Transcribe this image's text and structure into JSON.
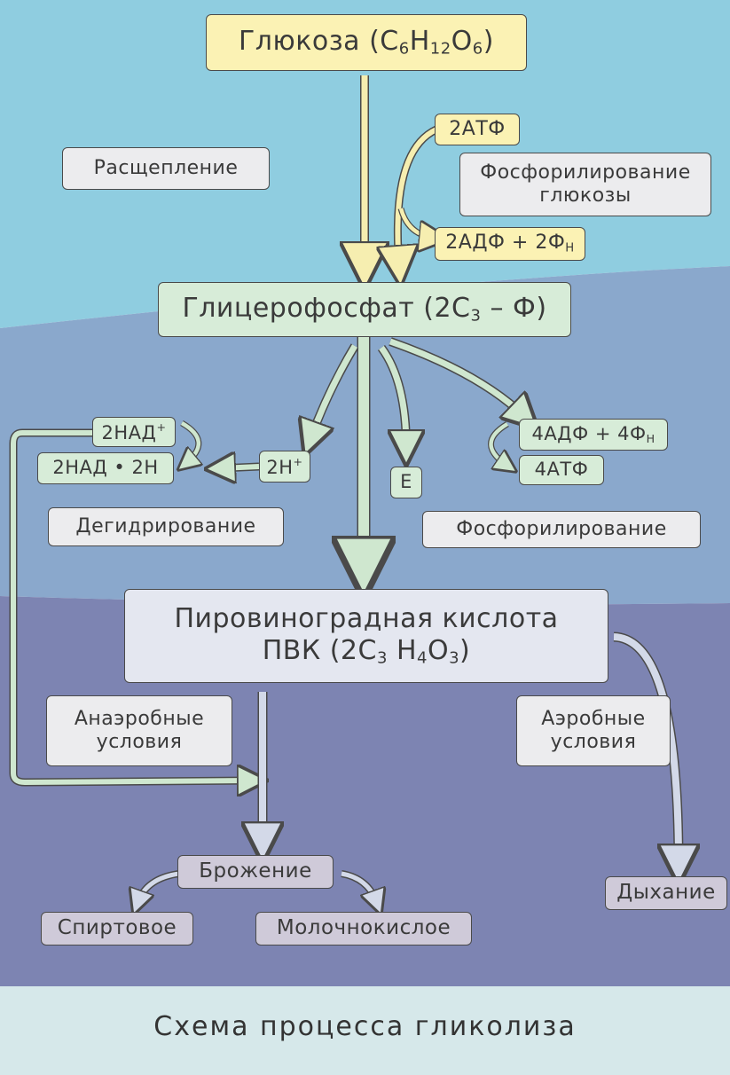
{
  "glucose": {
    "label": "Глюкоза (",
    "c": "C",
    "c_n": "6",
    "h": "H",
    "h_n": "12",
    "o": "O",
    "o_n": "6",
    "close": ")"
  },
  "atp_in": "2АТФ",
  "phosphorylation_glucose": {
    "line1": "Фосфорилирование",
    "line2": "глюкозы"
  },
  "adp_out": {
    "text": "2АДФ + 2Ф",
    "sub": "Н"
  },
  "splitting": "Расщепление",
  "glycerophosphate": {
    "label": "Глицерофосфат (2C",
    "sub": "3",
    "tail": " – Ф)"
  },
  "nad": {
    "text": "2НАД",
    "sup": "+"
  },
  "nad_h": "2НАД • 2Н",
  "h_plus": {
    "text": "2Н",
    "sup": "+"
  },
  "energy": "Е",
  "adp4": {
    "text": "4АДФ + 4Ф",
    "sub": "Н"
  },
  "atp4": "4АТФ",
  "dehydrogenation": "Дегидрирование",
  "phosphorylation": "Фосфорилирование",
  "pvk": {
    "line1": "Пировиноградная кислота",
    "line2_a": "ПВК (2C",
    "line2_a_sub": "3",
    "line2_b": " H",
    "line2_b_sub": "4",
    "line2_c": "O",
    "line2_c_sub": "3",
    "line2_d": ")"
  },
  "anaerobic": {
    "line1": "Анаэробные",
    "line2": "условия"
  },
  "aerobic": {
    "line1": "Аэробные",
    "line2": "условия"
  },
  "fermentation": "Брожение",
  "alcoholic": "Спиртовое",
  "lactic": "Молочнокислое",
  "respiration": "Дыхание",
  "caption": "Схема процесса гликолиза",
  "colors": {
    "band1": "#8fcde0",
    "band2": "#8aa8cc",
    "band3": "#7d84b2",
    "footer": "#d6e8ea",
    "arrow_yellow": "#f6eeb0",
    "arrow_green": "#cfe7cf",
    "arrow_pale": "#d3d9e8"
  }
}
